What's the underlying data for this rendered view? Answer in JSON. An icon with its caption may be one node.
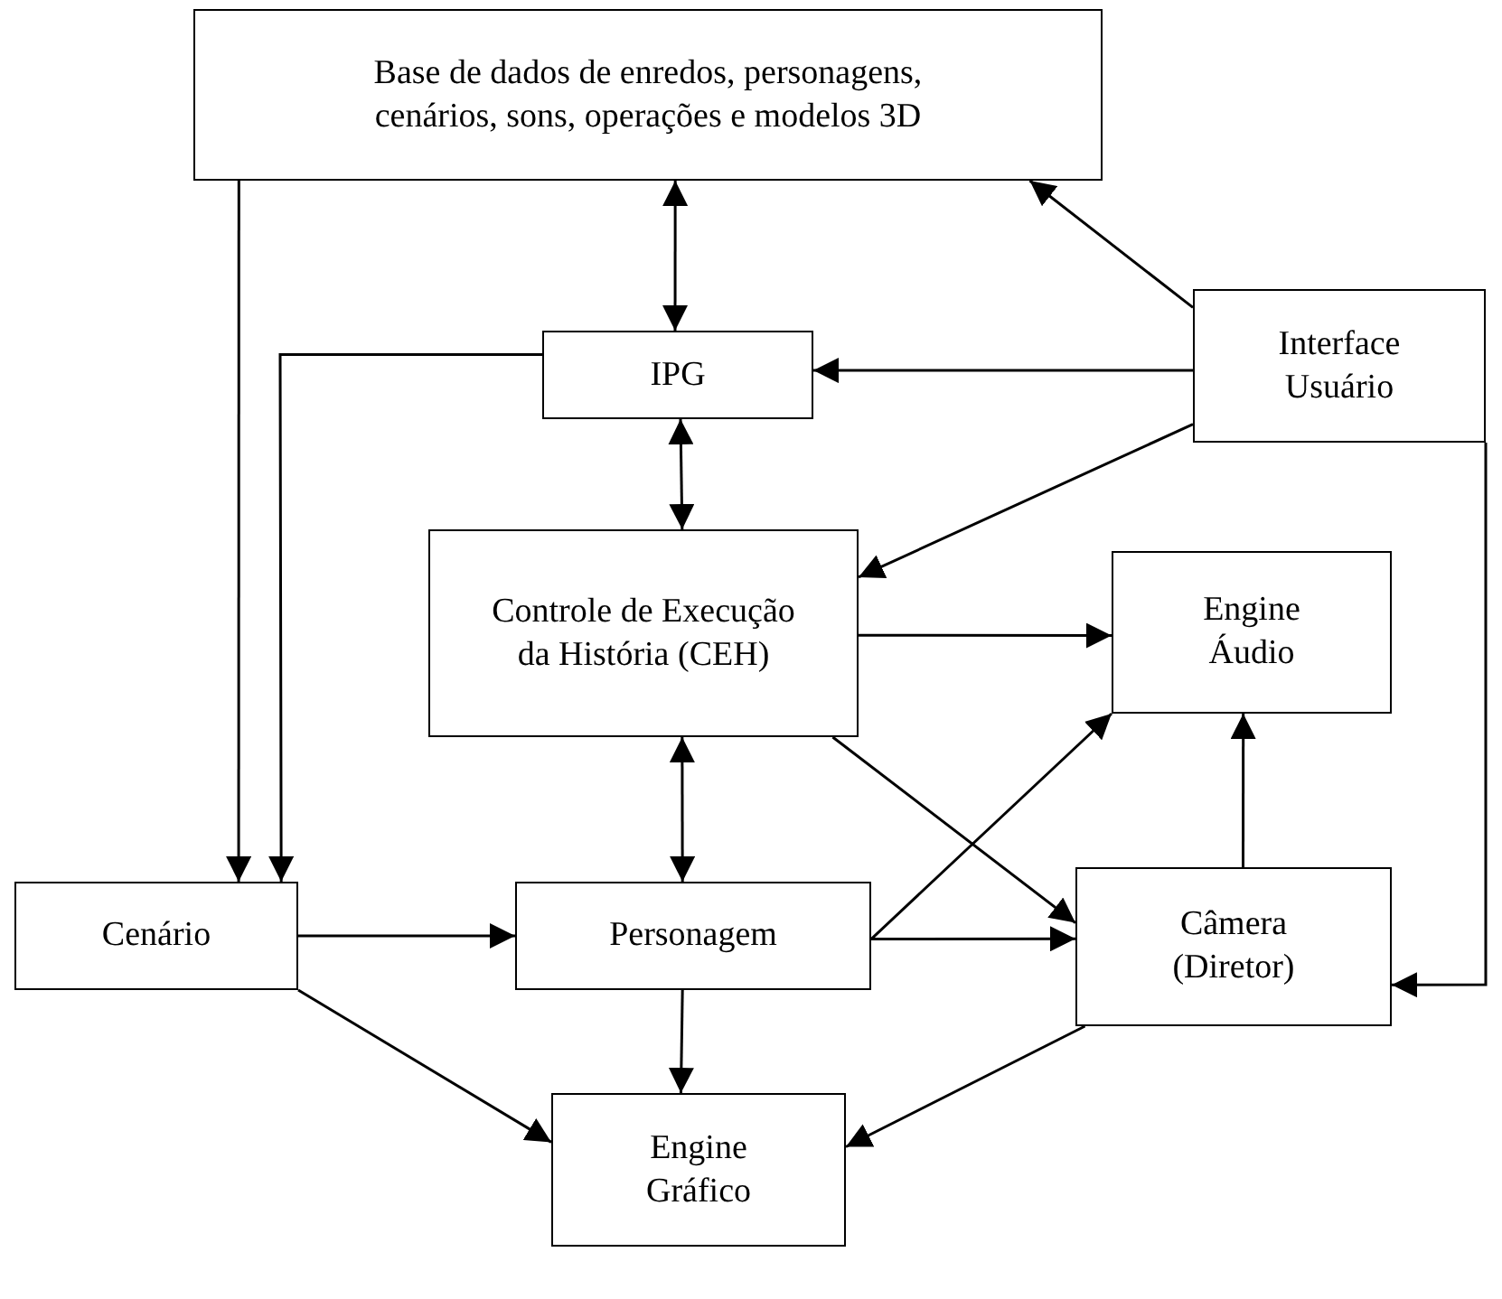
{
  "diagram": {
    "nodes": [
      {
        "text": [
          "Base de dados de enredos, personagens, cenários, sons, operações e modelos 3D"
        ]
      },
      {
        "text": [
          "IPG"
        ]
      },
      {
        "text": [
          "Interface Usuário"
        ]
      },
      {
        "text": [
          "Controle de Execução da História (CEH)"
        ]
      },
      {
        "text": [
          "Engine Áudio"
        ]
      },
      {
        "text": [
          "Cenário"
        ]
      },
      {
        "text": [
          "Personagem"
        ]
      },
      {
        "text": [
          "Câmera (Diretor)"
        ]
      },
      {
        "text": [
          "Engine Gráfico"
        ]
      }
    ],
    "edges": [
      {
        "from": 0,
        "to": 5,
        "arrow": "to"
      },
      {
        "from": 1,
        "to": 5,
        "arrow": "to"
      },
      {
        "from": 0,
        "to": 1,
        "arrow": "both"
      },
      {
        "from": 2,
        "to": 0,
        "arrow": "to"
      },
      {
        "from": 2,
        "to": 1,
        "arrow": "to"
      },
      {
        "from": 2,
        "to": 3,
        "arrow": "to"
      },
      {
        "from": 2,
        "to": 7,
        "arrow": "to"
      },
      {
        "from": 1,
        "to": 3,
        "arrow": "both"
      },
      {
        "from": 3,
        "to": 4,
        "arrow": "to"
      },
      {
        "from": 3,
        "to": 6,
        "arrow": "both"
      },
      {
        "from": 3,
        "to": 7,
        "arrow": "to"
      },
      {
        "from": 5,
        "to": 6,
        "arrow": "to"
      },
      {
        "from": 6,
        "to": 4,
        "arrow": "to"
      },
      {
        "from": 6,
        "to": 7,
        "arrow": "to"
      },
      {
        "from": 6,
        "to": 8,
        "arrow": "to"
      },
      {
        "from": 5,
        "to": 8,
        "arrow": "to"
      },
      {
        "from": 7,
        "to": 4,
        "arrow": "to"
      },
      {
        "from": 7,
        "to": 8,
        "arrow": "to"
      }
    ]
  }
}
